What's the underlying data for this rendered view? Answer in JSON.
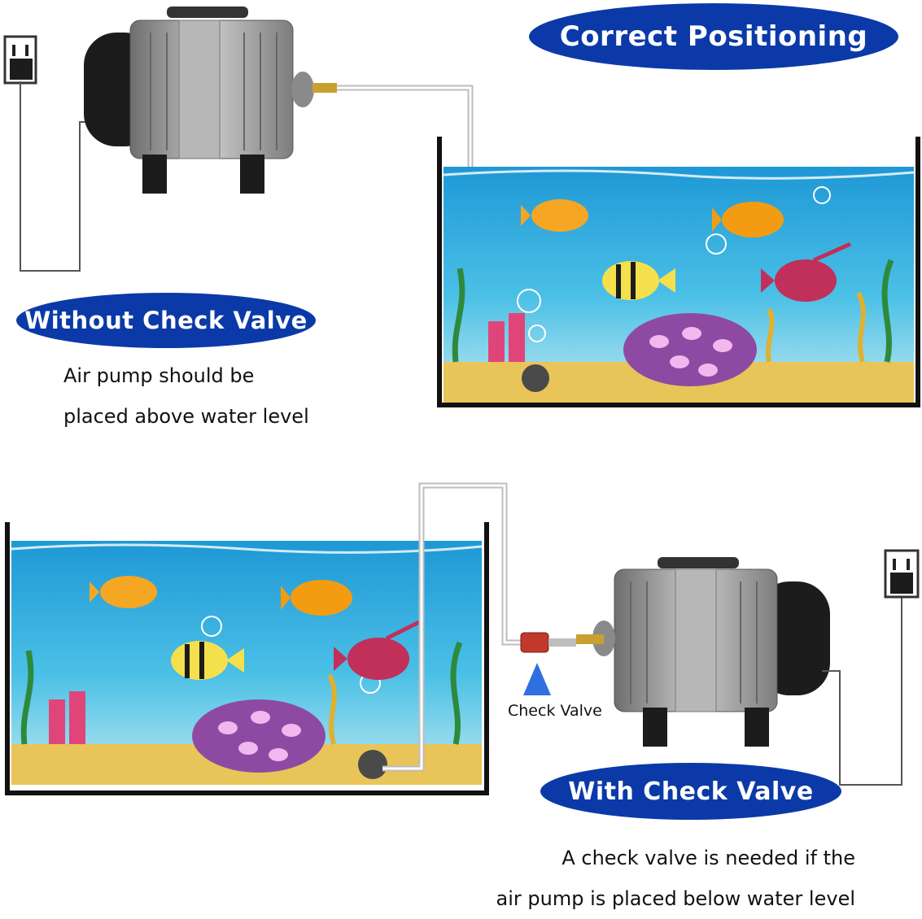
{
  "colors": {
    "pill": "#0b3aa8",
    "water_top": "#2aa7d8",
    "water_bottom": "#d8efe9",
    "sand": "#e9c458",
    "pump_metal": "#9a9a9a",
    "pump_motor": "#1c1c1c",
    "check_valve": "#c0392b",
    "arrow": "#2f6fe0"
  },
  "labels": {
    "correct_positioning": "Correct Positioning",
    "without_check_valve": "Without Check Valve",
    "without_caption_line1": "Air pump should be",
    "without_caption_line2": "placed above water level",
    "with_check_valve": "With Check Valve",
    "check_valve": "Check Valve",
    "with_caption_line1": "A check valve is needed if the",
    "with_caption_line2": "air pump is placed below water level"
  },
  "icons": [
    "power-outlet-icon",
    "air-pump-icon",
    "aquarium-icon",
    "fish-icon",
    "air-stone-icon",
    "check-valve-icon",
    "up-arrow-icon"
  ]
}
